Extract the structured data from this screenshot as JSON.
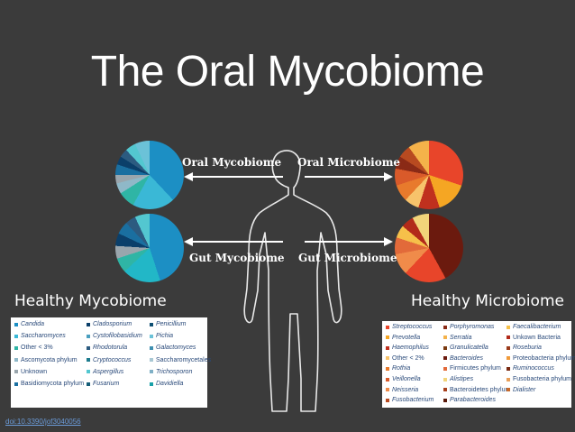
{
  "slide": {
    "title": "The Oral Mycobiome",
    "doi": "doi:10.3390/jof3040056"
  },
  "labels": {
    "oral_mycobiome": "Oral Mycobiome",
    "oral_microbiome": "Oral Microbiome",
    "gut_mycobiome": "Gut Mycobiome",
    "gut_microbiome": "Gut Microbiome",
    "healthy_mycobiome": "Healthy Mycobiome",
    "healthy_microbiome": "Healthy Microbiome"
  },
  "mycobiome_legend": [
    {
      "label": "Candida",
      "color": "#1c8fc4",
      "italic": true
    },
    {
      "label": "Saccharomyces",
      "color": "#3ab8d6",
      "italic": true
    },
    {
      "label": "Other < 3%",
      "color": "#2fb5a5",
      "italic": false
    },
    {
      "label": "Ascomycota phylum",
      "color": "#8fb8c8",
      "italic": false
    },
    {
      "label": "Unknown",
      "color": "#9aa6ad",
      "italic": false
    },
    {
      "label": "Basidiomycota phylum",
      "color": "#1a6fa0",
      "italic": false
    },
    {
      "label": "Cladosporium",
      "color": "#0b3f6a",
      "italic": true
    },
    {
      "label": "Cystofilobasidium",
      "color": "#4a9fbf",
      "italic": true
    },
    {
      "label": "Rhodotorula",
      "color": "#2c5b80",
      "italic": true
    },
    {
      "label": "Cryptococcus",
      "color": "#1d7c8e",
      "italic": true
    },
    {
      "label": "Aspergillus",
      "color": "#53c7d0",
      "italic": true
    },
    {
      "label": "Fusarium",
      "color": "#165e78",
      "italic": true
    },
    {
      "label": "Penicillium",
      "color": "#0f4f73",
      "italic": true
    },
    {
      "label": "Pichia",
      "color": "#6bc2d8",
      "italic": true
    },
    {
      "label": "Galactomyces",
      "color": "#3e8fb0",
      "italic": true
    },
    {
      "label": "Saccharomycetales",
      "color": "#a9c8d4",
      "italic": false
    },
    {
      "label": "Trichosporon",
      "color": "#7fb0c6",
      "italic": true
    },
    {
      "label": "Davidiella",
      "color": "#18a0a8",
      "italic": true
    }
  ],
  "microbiome_legend": [
    {
      "label": "Streptococcus",
      "color": "#e8452a",
      "italic": true
    },
    {
      "label": "Prevotella",
      "color": "#f5a623",
      "italic": true
    },
    {
      "label": "Haemophilus",
      "color": "#c0301e",
      "italic": true
    },
    {
      "label": "Other < 2%",
      "color": "#f7c36b",
      "italic": false
    },
    {
      "label": "Rothia",
      "color": "#e87a2c",
      "italic": true
    },
    {
      "label": "Veillonella",
      "color": "#d95a2a",
      "italic": true
    },
    {
      "label": "Neisseria",
      "color": "#f08b4a",
      "italic": true
    },
    {
      "label": "Fusobacterium",
      "color": "#b84a20",
      "italic": true
    },
    {
      "label": "Porphyromonas",
      "color": "#8a2a16",
      "italic": true
    },
    {
      "label": "Serratia",
      "color": "#f4b24a",
      "italic": true
    },
    {
      "label": "Granulicatella",
      "color": "#7a3a10",
      "italic": true
    },
    {
      "label": "Bacteroides",
      "color": "#6b1a0e",
      "italic": true
    },
    {
      "label": "Firmicutes phylum",
      "color": "#e26a3a",
      "italic": false
    },
    {
      "label": "Alistipes",
      "color": "#f2d47a",
      "italic": true
    },
    {
      "label": "Bacteroidetes phylum",
      "color": "#a8401c",
      "italic": false
    },
    {
      "label": "Parabacteroides",
      "color": "#5a1a0a",
      "italic": true
    },
    {
      "label": "Faecalibacterium",
      "color": "#f6c04a",
      "italic": true
    },
    {
      "label": "Unkown Bacteria",
      "color": "#b22a1a",
      "italic": false
    },
    {
      "label": "Roseburia",
      "color": "#9a3a1a",
      "italic": true
    },
    {
      "label": "Proteobacteria phylum",
      "color": "#f09a3a",
      "italic": false
    },
    {
      "label": "Ruminococcus",
      "color": "#7a2a12",
      "italic": true
    },
    {
      "label": "Fusobacteria phylum",
      "color": "#e8a05a",
      "italic": false
    },
    {
      "label": "Dialister",
      "color": "#c86a2a",
      "italic": true
    }
  ],
  "pies": {
    "oral_mycobiome": [
      "#1c8fc4 0 38%",
      "#3ab8d6 38% 58%",
      "#2fb5a5 58% 66%",
      "#8fb8c8 66% 71%",
      "#9aa6ad 71% 75%",
      "#1a6fa0 75% 80%",
      "#0b3f6a 80% 84%",
      "#2c5b80 84% 88%",
      "#53c7d0 88% 93%",
      "#6bc2d8 93% 100%"
    ],
    "gut_mycobiome": [
      "#1c8fc4 0 45%",
      "#22b7c7 45% 63%",
      "#2fb5a5 63% 70%",
      "#9aa6ad 70% 76%",
      "#0b3f6a 76% 82%",
      "#1a6fa0 82% 88%",
      "#2c5b80 88% 93%",
      "#53c7d0 93% 100%"
    ],
    "oral_microbiome": [
      "#e8452a 0 30%",
      "#f5a623 30% 45%",
      "#c0301e 45% 55%",
      "#f7c36b 55% 62%",
      "#e87a2c 62% 70%",
      "#d95a2a 70% 78%",
      "#8a2a16 78% 84%",
      "#b84a20 84% 90%",
      "#f4b24a 90% 100%"
    ],
    "gut_microbiome": [
      "#6b1a0e 0 42%",
      "#e8452a 42% 62%",
      "#f08b4a 62% 72%",
      "#e26a3a 72% 80%",
      "#f6c04a 80% 86%",
      "#b22a1a 86% 92%",
      "#f2d47a 92% 100%"
    ]
  }
}
